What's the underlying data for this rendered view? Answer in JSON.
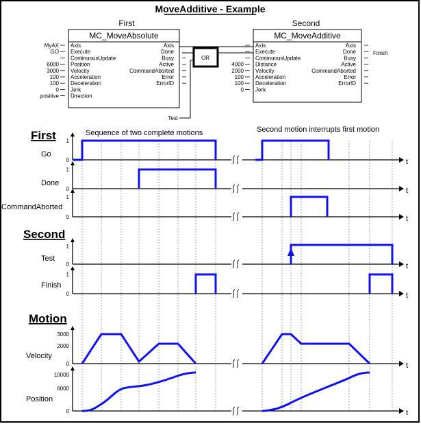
{
  "title": "MoveAdditive - Example",
  "blocks": {
    "first": {
      "label": "First",
      "name": "MC_MoveAbsolute",
      "inputs": [
        "Axis",
        "Execute",
        "ContinuousUpdate",
        "Position",
        "Velocity",
        "Acceleration",
        "Deceleration",
        "Jerk",
        "Direction"
      ],
      "input_values": [
        "MyAX",
        "GO",
        "",
        "6000",
        "3000",
        "100",
        "100",
        "0",
        "positive"
      ],
      "outputs": [
        "Axis",
        "Done",
        "Busy",
        "Active",
        "CommandAborted",
        "Error",
        "ErrorID"
      ]
    },
    "or_gate": "OR",
    "test_input": "Test",
    "second": {
      "label": "Second",
      "name": "MC_MoveAdditive",
      "inputs": [
        "Axis",
        "Execute",
        "ContinuousUpdate",
        "Distance",
        "Velocity",
        "Acceleration",
        "Deceleration",
        "Jerk"
      ],
      "input_values": [
        "",
        "",
        "",
        "4000",
        "2000",
        "100",
        "100",
        "0"
      ],
      "outputs": [
        "Axis",
        "Done",
        "Busy",
        "Active",
        "CommandAborted",
        "Error",
        "ErrorID"
      ],
      "done_output": "Finish"
    }
  },
  "sections": {
    "first": "First",
    "second": "Second",
    "motion": "Motion"
  },
  "captions": {
    "left": "Sequence of two complete motions",
    "right": "Second motion interrupts first motion"
  },
  "signals": {
    "go": "Go",
    "done": "Done",
    "command_aborted": "CommandAborted",
    "test": "Test",
    "finish": "Finish",
    "velocity": "Velocity",
    "position": "Position"
  },
  "ticks": {
    "one": "1",
    "zero": "0",
    "v3000": "3000",
    "v2000": "2000",
    "p10000": "10000",
    "p6000": "6000",
    "time": "t"
  }
}
